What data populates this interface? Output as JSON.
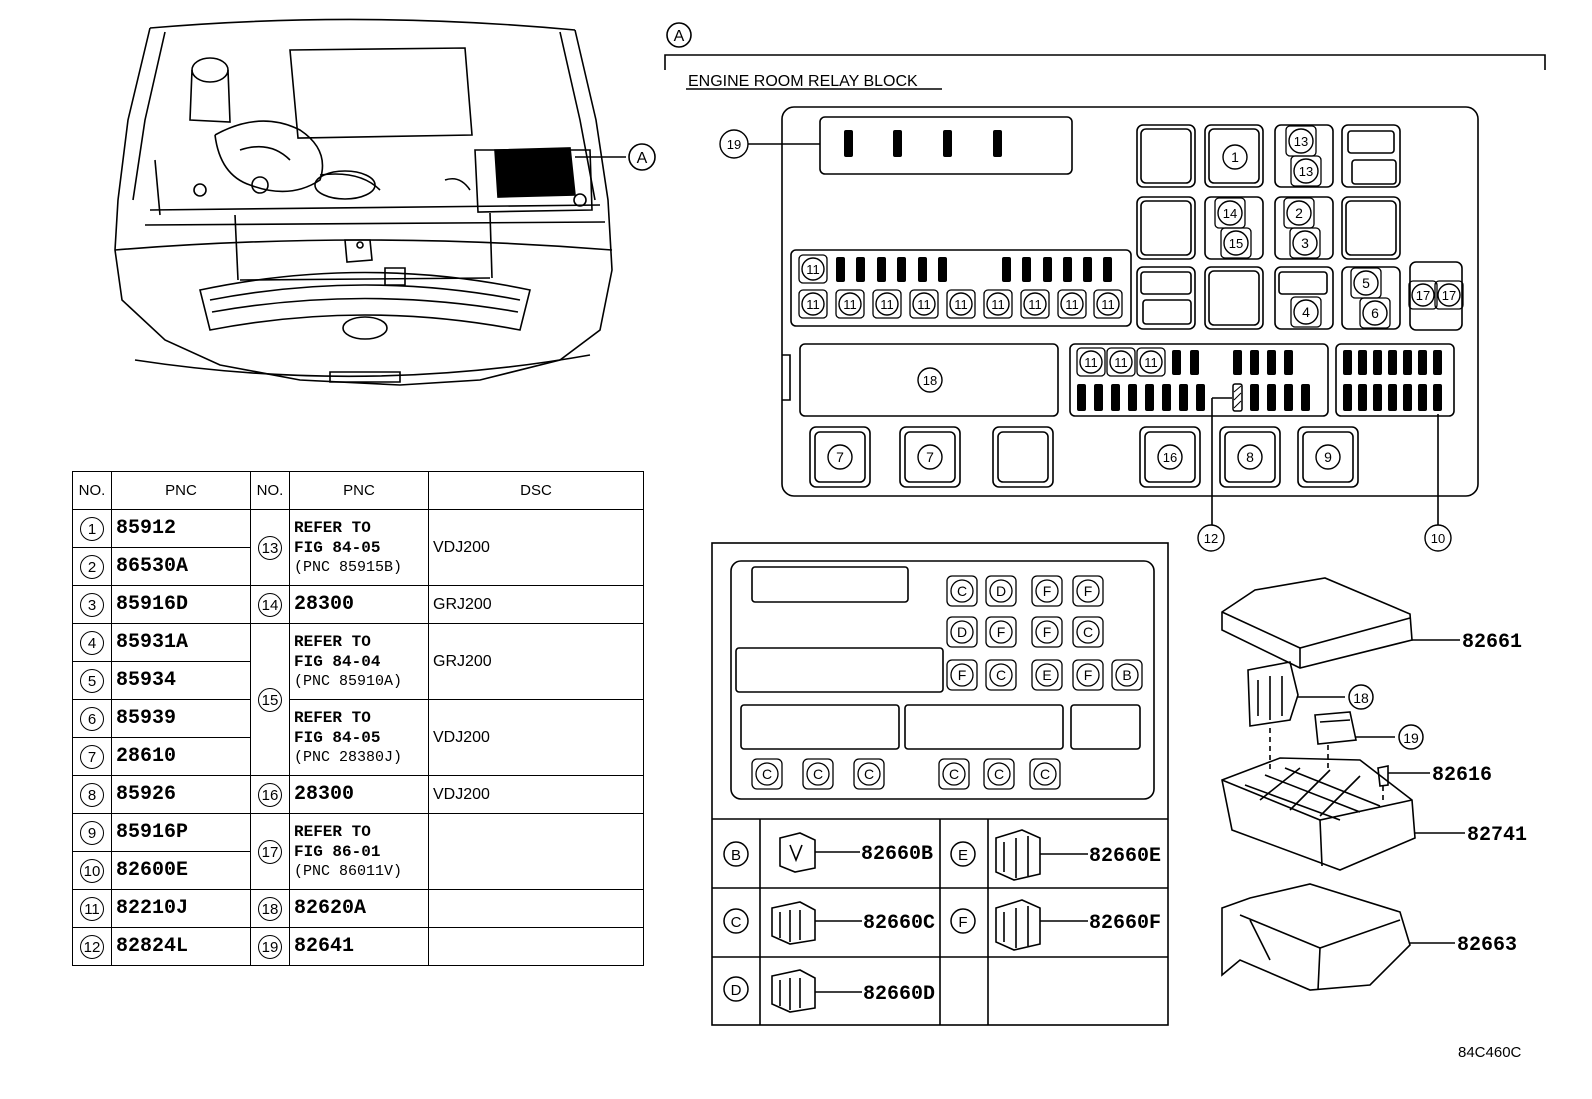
{
  "callout_a": "A",
  "relay_block_title": "ENGINE ROOM RELAY BLOCK",
  "relay_block_callouts": {
    "c1": "1",
    "c2": "2",
    "c3": "3",
    "c4": "4",
    "c5": "5",
    "c6": "6",
    "c7": "7",
    "c8": "8",
    "c9": "9",
    "c10": "10",
    "c11": "11",
    "c12": "12",
    "c13": "13",
    "c14": "14",
    "c15": "15",
    "c16": "16",
    "c17": "17",
    "c18": "18",
    "c19": "19"
  },
  "table": {
    "headers": [
      "NO.",
      "PNC",
      "NO.",
      "PNC",
      "DSC"
    ],
    "left": [
      {
        "no": "1",
        "pnc": "85912"
      },
      {
        "no": "2",
        "pnc": "86530A"
      },
      {
        "no": "3",
        "pnc": "85916D"
      },
      {
        "no": "4",
        "pnc": "85931A"
      },
      {
        "no": "5",
        "pnc": "85934"
      },
      {
        "no": "6",
        "pnc": "85939"
      },
      {
        "no": "7",
        "pnc": "28610"
      },
      {
        "no": "8",
        "pnc": "85926"
      },
      {
        "no": "9",
        "pnc": "85916P"
      },
      {
        "no": "10",
        "pnc": "82600E"
      },
      {
        "no": "11",
        "pnc": "82210J"
      },
      {
        "no": "12",
        "pnc": "82824L"
      }
    ],
    "right": [
      {
        "no": "13",
        "l1": "REFER TO",
        "l2": "FIG 84-05",
        "l3": "(PNC 85915B)",
        "dsc": "VDJ200"
      },
      {
        "no": "14",
        "pnc": "28300",
        "dsc": "GRJ200"
      },
      {
        "no": "15",
        "l1": "REFER TO",
        "l2": "FIG 84-04",
        "l3": "(PNC 85910A)",
        "dsc": "GRJ200",
        "l1b": "REFER TO",
        "l2b": "FIG 84-05",
        "l3b": "(PNC 28380J)",
        "dscb": "VDJ200"
      },
      {
        "no": "16",
        "pnc": "28300",
        "dsc": "VDJ200"
      },
      {
        "no": "17",
        "l1": "REFER TO",
        "l2": "FIG 86-01",
        "l3": "(PNC 86011V)",
        "dsc": ""
      },
      {
        "no": "18",
        "pnc": "82620A",
        "dsc": ""
      },
      {
        "no": "19",
        "pnc": "82641",
        "dsc": ""
      }
    ]
  },
  "relay_letters": {
    "r1": [
      "C",
      "D",
      "F",
      "F"
    ],
    "r2": [
      "D",
      "F",
      "F",
      "C"
    ],
    "r3": [
      "F",
      "C",
      "E",
      "F",
      "B"
    ],
    "r4": [
      "C",
      "C",
      "C",
      "C",
      "C",
      "C"
    ]
  },
  "relay_types": [
    {
      "letter": "B",
      "pnc": "82660B"
    },
    {
      "letter": "C",
      "pnc": "82660C"
    },
    {
      "letter": "D",
      "pnc": "82660D"
    },
    {
      "letter": "E",
      "pnc": "82660E"
    },
    {
      "letter": "F",
      "pnc": "82660F"
    }
  ],
  "exploded_parts": {
    "p82661": "82661",
    "c18": "18",
    "c19": "19",
    "p82616": "82616",
    "p82741": "82741",
    "p82663": "82663"
  },
  "figure_code": "84C460C"
}
